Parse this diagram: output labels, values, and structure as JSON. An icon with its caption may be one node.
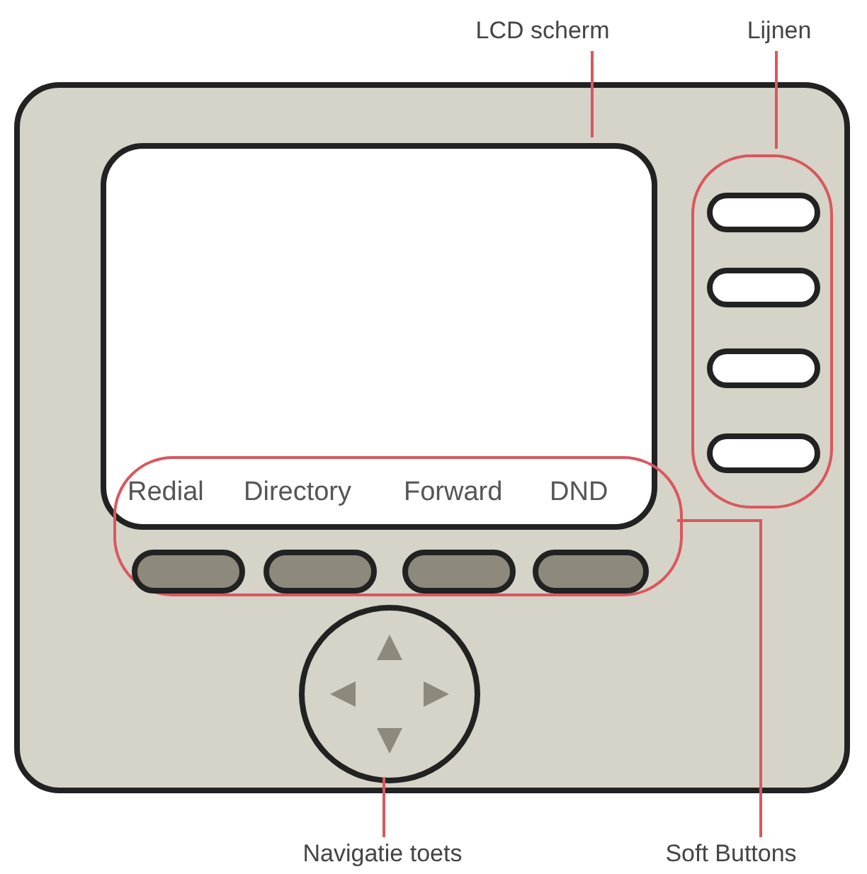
{
  "diagram": {
    "nodes": [
      {
        "text": [
          "LCD scherm"
        ]
      },
      {
        "text": [
          "Lijnen"
        ]
      },
      {
        "text": [
          "Navigatie toets"
        ]
      },
      {
        "text": [
          "Soft Buttons"
        ]
      },
      {
        "text": [],
        "shape": "box"
      },
      {
        "text": [],
        "shape": "box",
        "in": 4
      },
      {
        "text": [],
        "shape": "box",
        "in": 4
      },
      {
        "text": [],
        "shape": "box",
        "in": 6
      },
      {
        "text": [],
        "shape": "box",
        "in": 6
      },
      {
        "text": [],
        "shape": "box",
        "in": 6
      },
      {
        "text": [],
        "shape": "box",
        "in": 6
      },
      {
        "text": [],
        "shape": "box",
        "in": 4
      },
      {
        "text": [],
        "shape": "box",
        "in": 11
      },
      {
        "text": [],
        "shape": "box",
        "in": 11
      },
      {
        "text": [],
        "shape": "box",
        "in": 11
      },
      {
        "text": [],
        "shape": "box",
        "in": 11
      },
      {
        "text": [],
        "shape": "circle",
        "in": 4
      }
    ],
    "edges": [
      {
        "from": 0,
        "to": 5,
        "arrow": "none"
      },
      {
        "from": 1,
        "to": 6,
        "arrow": "none"
      },
      {
        "from": 2,
        "to": 16,
        "arrow": "none"
      },
      {
        "from": 3,
        "to": 11,
        "arrow": "none"
      }
    ],
    "labels": [
      "Redial",
      "Directory",
      "Forward",
      "DND"
    ]
  }
}
